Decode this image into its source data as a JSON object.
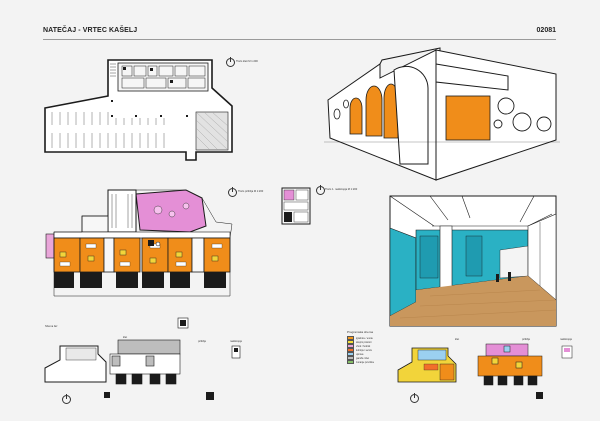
{
  "header": {
    "title": "NATEČAJ - VRTEC KAŠELJ",
    "code": "02081"
  },
  "plan_labels": {
    "basement": "Tloris kleti M 1:200",
    "ground": "Tloris pritličja M 1:200",
    "upper": "Tloris 1. nadstropja M 1:200",
    "phase_small": "Shema faz",
    "klet_a": "klet",
    "pritlicje_a": "pritličje",
    "nadstropje_a": "nadstropje",
    "klet_b": "klet",
    "pritlicje_b": "pritličje",
    "nadstropje_b": "nadstropje"
  },
  "legend": {
    "title": "Programska shema",
    "items": [
      {
        "label": "igralnice / enote",
        "color": "#f39a1e"
      },
      {
        "label": "skupni prostori",
        "color": "#f7e03a"
      },
      {
        "label": "vhod / hodnik",
        "color": "#e9a6d9"
      },
      {
        "label": "kuhinja / servis",
        "color": "#f26f2a"
      },
      {
        "label": "uprava",
        "color": "#9bd0f0"
      },
      {
        "label": "garaža / klet",
        "color": "#bdbdbd"
      },
      {
        "label": "zunanje površine",
        "color": "#88c16a"
      }
    ]
  },
  "colors": {
    "orange": "#f08d1a",
    "pink": "#e48fd6",
    "yellow": "#f2d43a",
    "teal": "#2ab1c4",
    "floor": "#c9975d",
    "dark": "#1b1b1b"
  },
  "icons": [
    "north-arrow-icon",
    "north-arrow-icon",
    "north-arrow-icon",
    "north-arrow-icon",
    "north-arrow-icon"
  ]
}
